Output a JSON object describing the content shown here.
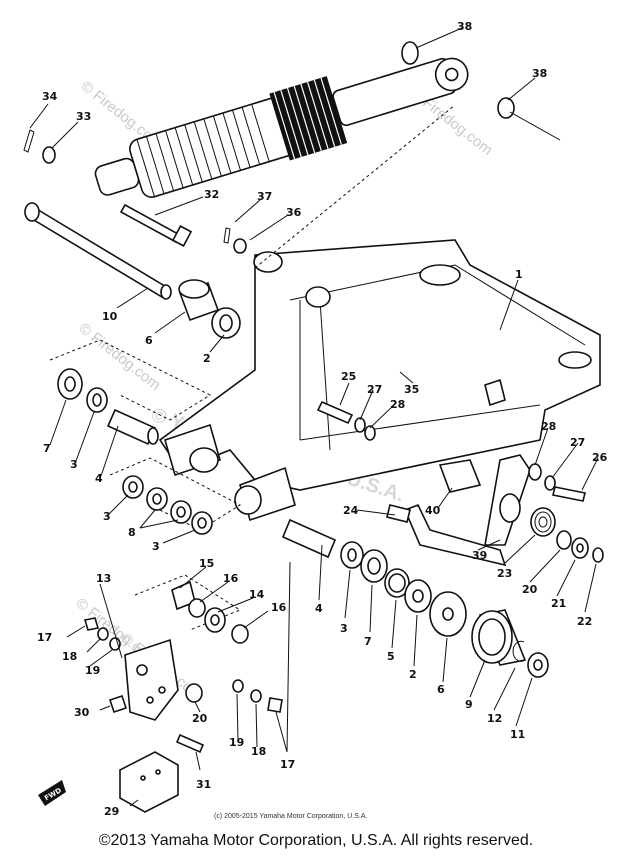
{
  "watermarks": {
    "top": "© Firedog.com",
    "middle": "© Yamaha Motor Co., U.S.A.",
    "lower": "© Firedog.com"
  },
  "copyright_small": "(c) 2005-2015 Yamaha Motor Corporation, U.S.A.",
  "footer": "©2013 Yamaha Motor Corporation, U.S.A. All rights reserved.",
  "fwd_label": "FWD",
  "callouts": [
    "1",
    "2",
    "2",
    "3",
    "3",
    "3",
    "3",
    "4",
    "4",
    "5",
    "6",
    "6",
    "7",
    "7",
    "8",
    "9",
    "10",
    "11",
    "12",
    "13",
    "14",
    "15",
    "16",
    "16",
    "17",
    "17",
    "18",
    "18",
    "19",
    "19",
    "20",
    "20",
    "21",
    "22",
    "23",
    "24",
    "25",
    "26",
    "27",
    "27",
    "28",
    "28",
    "29",
    "30",
    "31",
    "32",
    "33",
    "34",
    "35",
    "36",
    "37",
    "38",
    "38",
    "39",
    "40"
  ]
}
